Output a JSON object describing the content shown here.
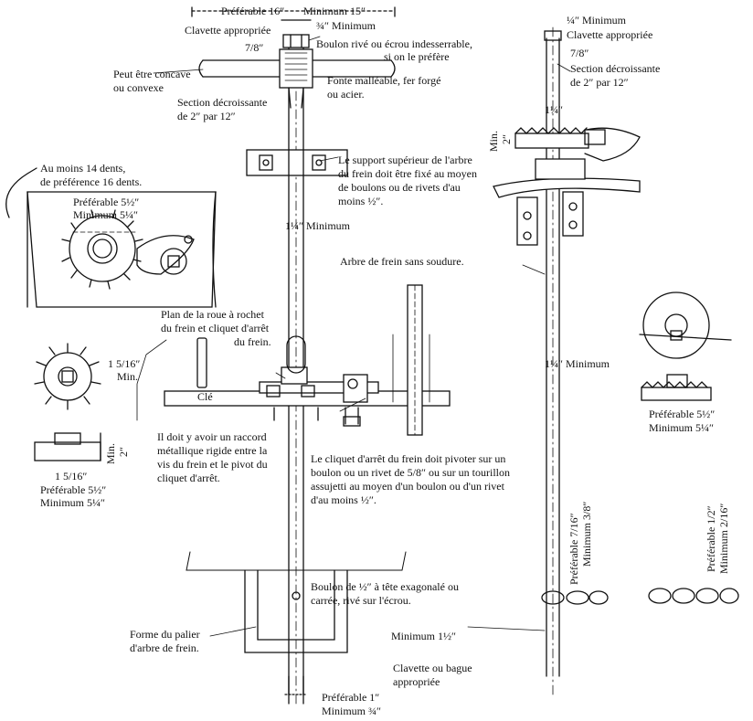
{
  "labels": {
    "pref16": "Préférable 16″",
    "min15": "Minimum 15″",
    "clav1": "Clavette appropriée",
    "q34min": "¾″ Minimum",
    "boulon_rive": "Boulon rivé ou écrou indesserrable,",
    "si_prefere": "si on le préfère",
    "seven8_1": "7/8″",
    "concave1": "Peut être concave",
    "concave2": "ou convexe",
    "fonte1": "Fonte malléable, fer forgé",
    "fonte2": "ou acier.",
    "section1a": "Section décroissante",
    "section1b": "de 2″ par 12″",
    "support1": "Le support supérieur de l'arbre",
    "support2": "du frein doit être fixé au moyen",
    "support3": "de boulons ou de rivets d'au",
    "support4": "moins ½″.",
    "dents1": "Au moins 14 dents,",
    "dents2": "de préférence 16 dents.",
    "pref512a": "Préférable 5½″",
    "min514a": "Minimum 5¼″",
    "min114": "1¼″ Minimum",
    "arbre": "Arbre de frein sans soudure.",
    "plan1": "Plan de la roue à rochet",
    "plan2": "du frein et cliquet d'arrêt",
    "plan3": "du frein.",
    "one516a": "1 5/16″",
    "min_a": "Min.",
    "cle": "Clé",
    "raccord1": "Il doit y avoir un raccord",
    "raccord2": "métallique rigide entre la",
    "raccord3": "vis du frein et le pivot du",
    "raccord4": "cliquet d'arrêt.",
    "min2_a": "Min.",
    "two_a": "2″",
    "one516b": "1 5/16″",
    "pref512b": "Préférable 5½″",
    "min514b": "Minimum 5¼″",
    "cliquet1": "Le cliquet d'arrêt du frein doit pivoter sur un",
    "cliquet2": "boulon ou un rivet de 5/8″ ou sur un tourillon",
    "cliquet3": "assujetti au moyen d'un boulon ou d'un rivet",
    "cliquet4": "d'au moins ½″.",
    "boulon12a": "Boulon de ½″ à tête exagonalé ou",
    "boulon12b": "carrée, rivé sur l'écrou.",
    "forme1": "Forme du palier",
    "forme2": "d'arbre de frein.",
    "pref1": "Préférable 1″",
    "min34": "Minimum ¾″",
    "q14min": "¼″ Minimum",
    "clav2": "Clavette appropriée",
    "seven8_2": "7/8″",
    "section2a": "Section décroissante",
    "section2b": "de 2″ par 12″",
    "one14_r": "1¼″",
    "min2_b": "Min.",
    "two_b": "2″",
    "min114_r": "1¼″ Minimum",
    "pref512c": "Préférable 5½″",
    "min514c": "Minimum 5¼″",
    "pref716": "Préférable 7/16″",
    "min38": "Minimum 3/8″",
    "pref12": "Préférable 1/2″",
    "min216": "Minimum 2/16″",
    "min112": "Minimum 1½″",
    "clav3": "Clavette ou bague",
    "clav3b": "appropriée"
  }
}
